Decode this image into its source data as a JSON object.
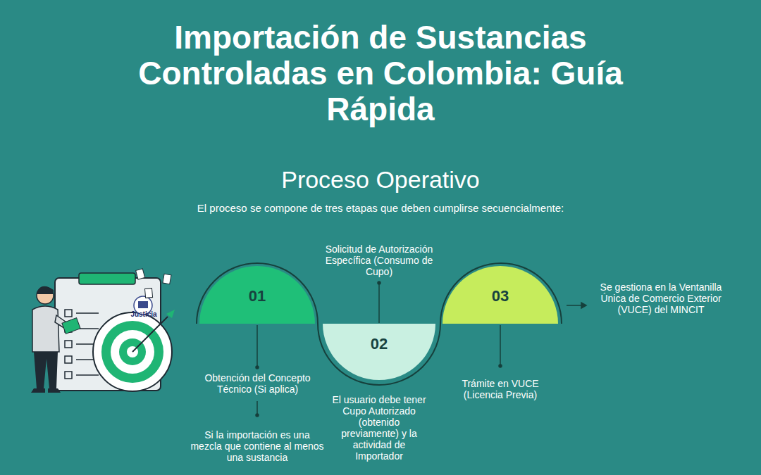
{
  "diagram": {
    "title": "Importación de Sustancias Controladas en Colombia: Guía Rápida",
    "nodes": [
      {
        "text": [
          "01"
        ]
      },
      {
        "text": [
          "02"
        ]
      },
      {
        "text": [
          "03"
        ]
      }
    ],
    "labels": [
      "Proceso Operativo",
      "El proceso se compone de tres etapas que deben cumplirse secuencialmente:",
      "Solicitud de Autorización Específica (Consumo de Cupo)",
      "Se gestiona en la Ventanilla Única de Comercio Exterior (VUCE) del MINCIT",
      "Obtención del Concepto Técnico (Si aplica)",
      "Si la importación es una mezcla que contiene al menos una sustancia",
      "El usuario debe tener Cupo Autorizado (obtenido previamente) y la actividad de Importador",
      "Trámite en VUCE (Licencia Previa)",
      "Justicia"
    ]
  }
}
